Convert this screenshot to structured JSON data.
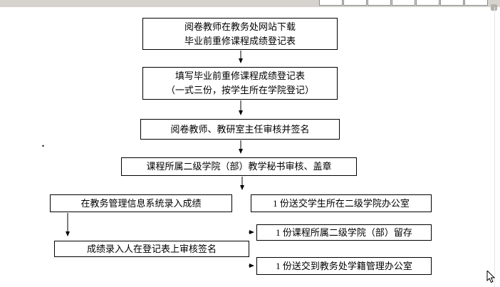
{
  "flowchart": {
    "step_download": {
      "line1": "阅卷教师在教务处网站下载",
      "line2": "毕业前重修课程成绩登记表"
    },
    "step_fill": {
      "line1": "填写毕业前重修课程成绩登记表",
      "line2": "（一式三份，按学生所在学院登记）"
    },
    "step_teacher_review": {
      "text": "阅卷教师、教研室主任审核并签名"
    },
    "step_secretary_review": {
      "text": "课程所属二级学院（部）教学秘书审核、盖章"
    },
    "step_enter_grades": {
      "text": "在教务管理信息系统录入成绩"
    },
    "copy_student_college": {
      "text": "1 份送交学生所在二级学院办公室"
    },
    "copy_course_college": {
      "text": "1 份课程所属二级学院（部）留存"
    },
    "step_sign_register": {
      "text": "成绩录入人在登记表上审核签名"
    },
    "copy_registry_office": {
      "text": "1 份送交到教务处学籍管理办公室"
    }
  },
  "decorations": {
    "stray_period": "."
  },
  "colors": {
    "box_border": "#000000",
    "arrow": "#000000",
    "toolbar_bg": "#d6d3ce",
    "page_bg": "#ffffff"
  }
}
